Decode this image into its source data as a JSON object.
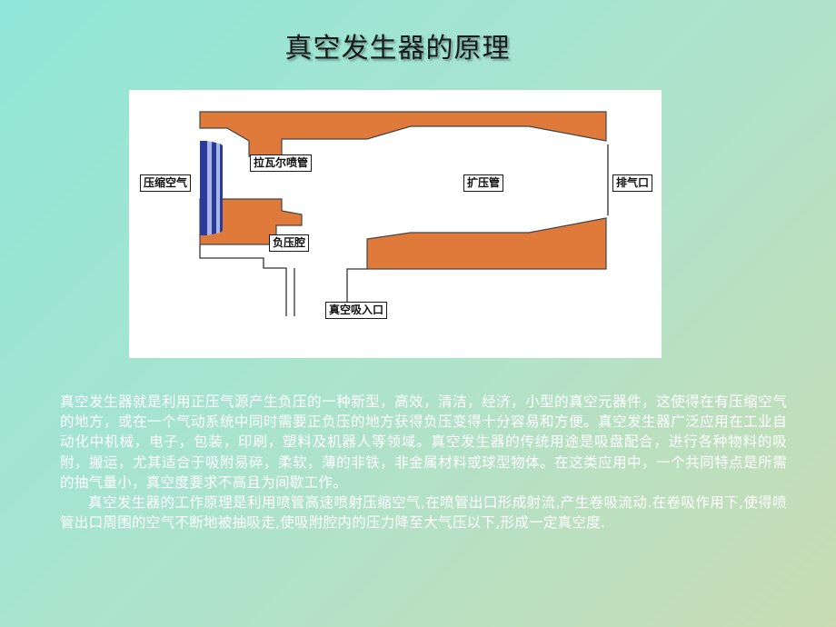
{
  "title": "真空发生器的原理",
  "diagram": {
    "labels": {
      "compressed_air": "压缩空气",
      "laval_nozzle": "拉瓦尔喷管",
      "negative_pressure_chamber": "负压腔",
      "diffuser": "扩压管",
      "exhaust": "排气口",
      "vacuum_inlet": "真空吸入口"
    },
    "colors": {
      "body": "#e07a3a",
      "outline": "#444444",
      "air_dark": "#2a3b9a",
      "air_light": "#a9b6ea"
    }
  },
  "paragraphs": [
    "真空发生器就是利用正压气源产生负压的一种新型，高效，清洁，经济，小型的真空元器件，这使得在有压缩空气的地方，或在一个气动系统中同时需要正负压的地方获得负压变得十分容易和方便。真空发生器广泛应用在工业自动化中机械，电子，包装，印刷，塑料及机器人等领域。真空发生器的传统用途是吸盘配合，进行各种物料的吸附，搬运，尤其适合于吸附易碎，柔软，薄的非铁，非金属材料或球型物体。在这类应用中，一个共同特点是所需的抽气量小，真空度要求不高且为间歇工作。",
    "真空发生器的工作原理是利用喷管高速喷射压缩空气,在喷管出口形成射流,产生卷吸流动.在卷吸作用下,使得喷管出口周围的空气不断地被抽吸走,使吸附腔内的压力降至大气压以下,形成一定真空度."
  ]
}
